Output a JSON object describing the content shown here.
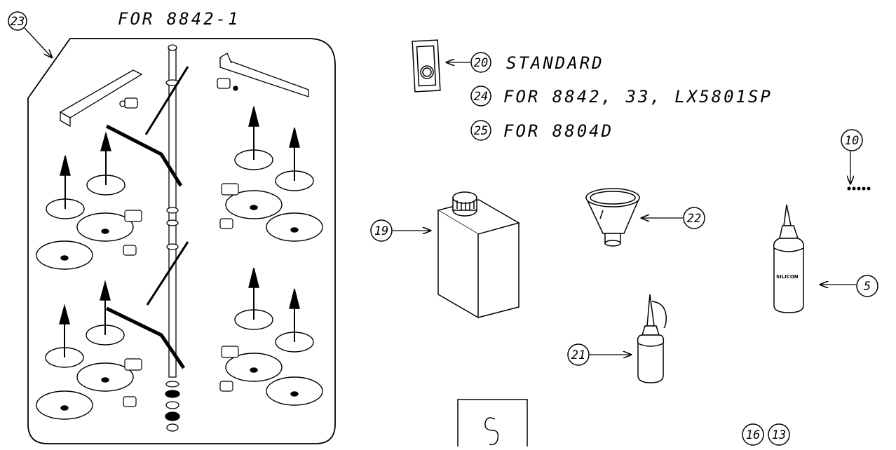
{
  "callouts": {
    "c23": "23",
    "c20": "20",
    "c24": "24",
    "c25": "25",
    "c10": "10",
    "c19": "19",
    "c22": "22",
    "c5": "5",
    "c21": "21",
    "c16": "16",
    "c13": "13"
  },
  "labels": {
    "for_8842_1": "FOR 8842-1",
    "standard": "STANDARD",
    "for_8842_33": "FOR 8842, 33, LX5801SP",
    "for_8804d": "FOR 8804D",
    "silicon": "SILICON"
  }
}
